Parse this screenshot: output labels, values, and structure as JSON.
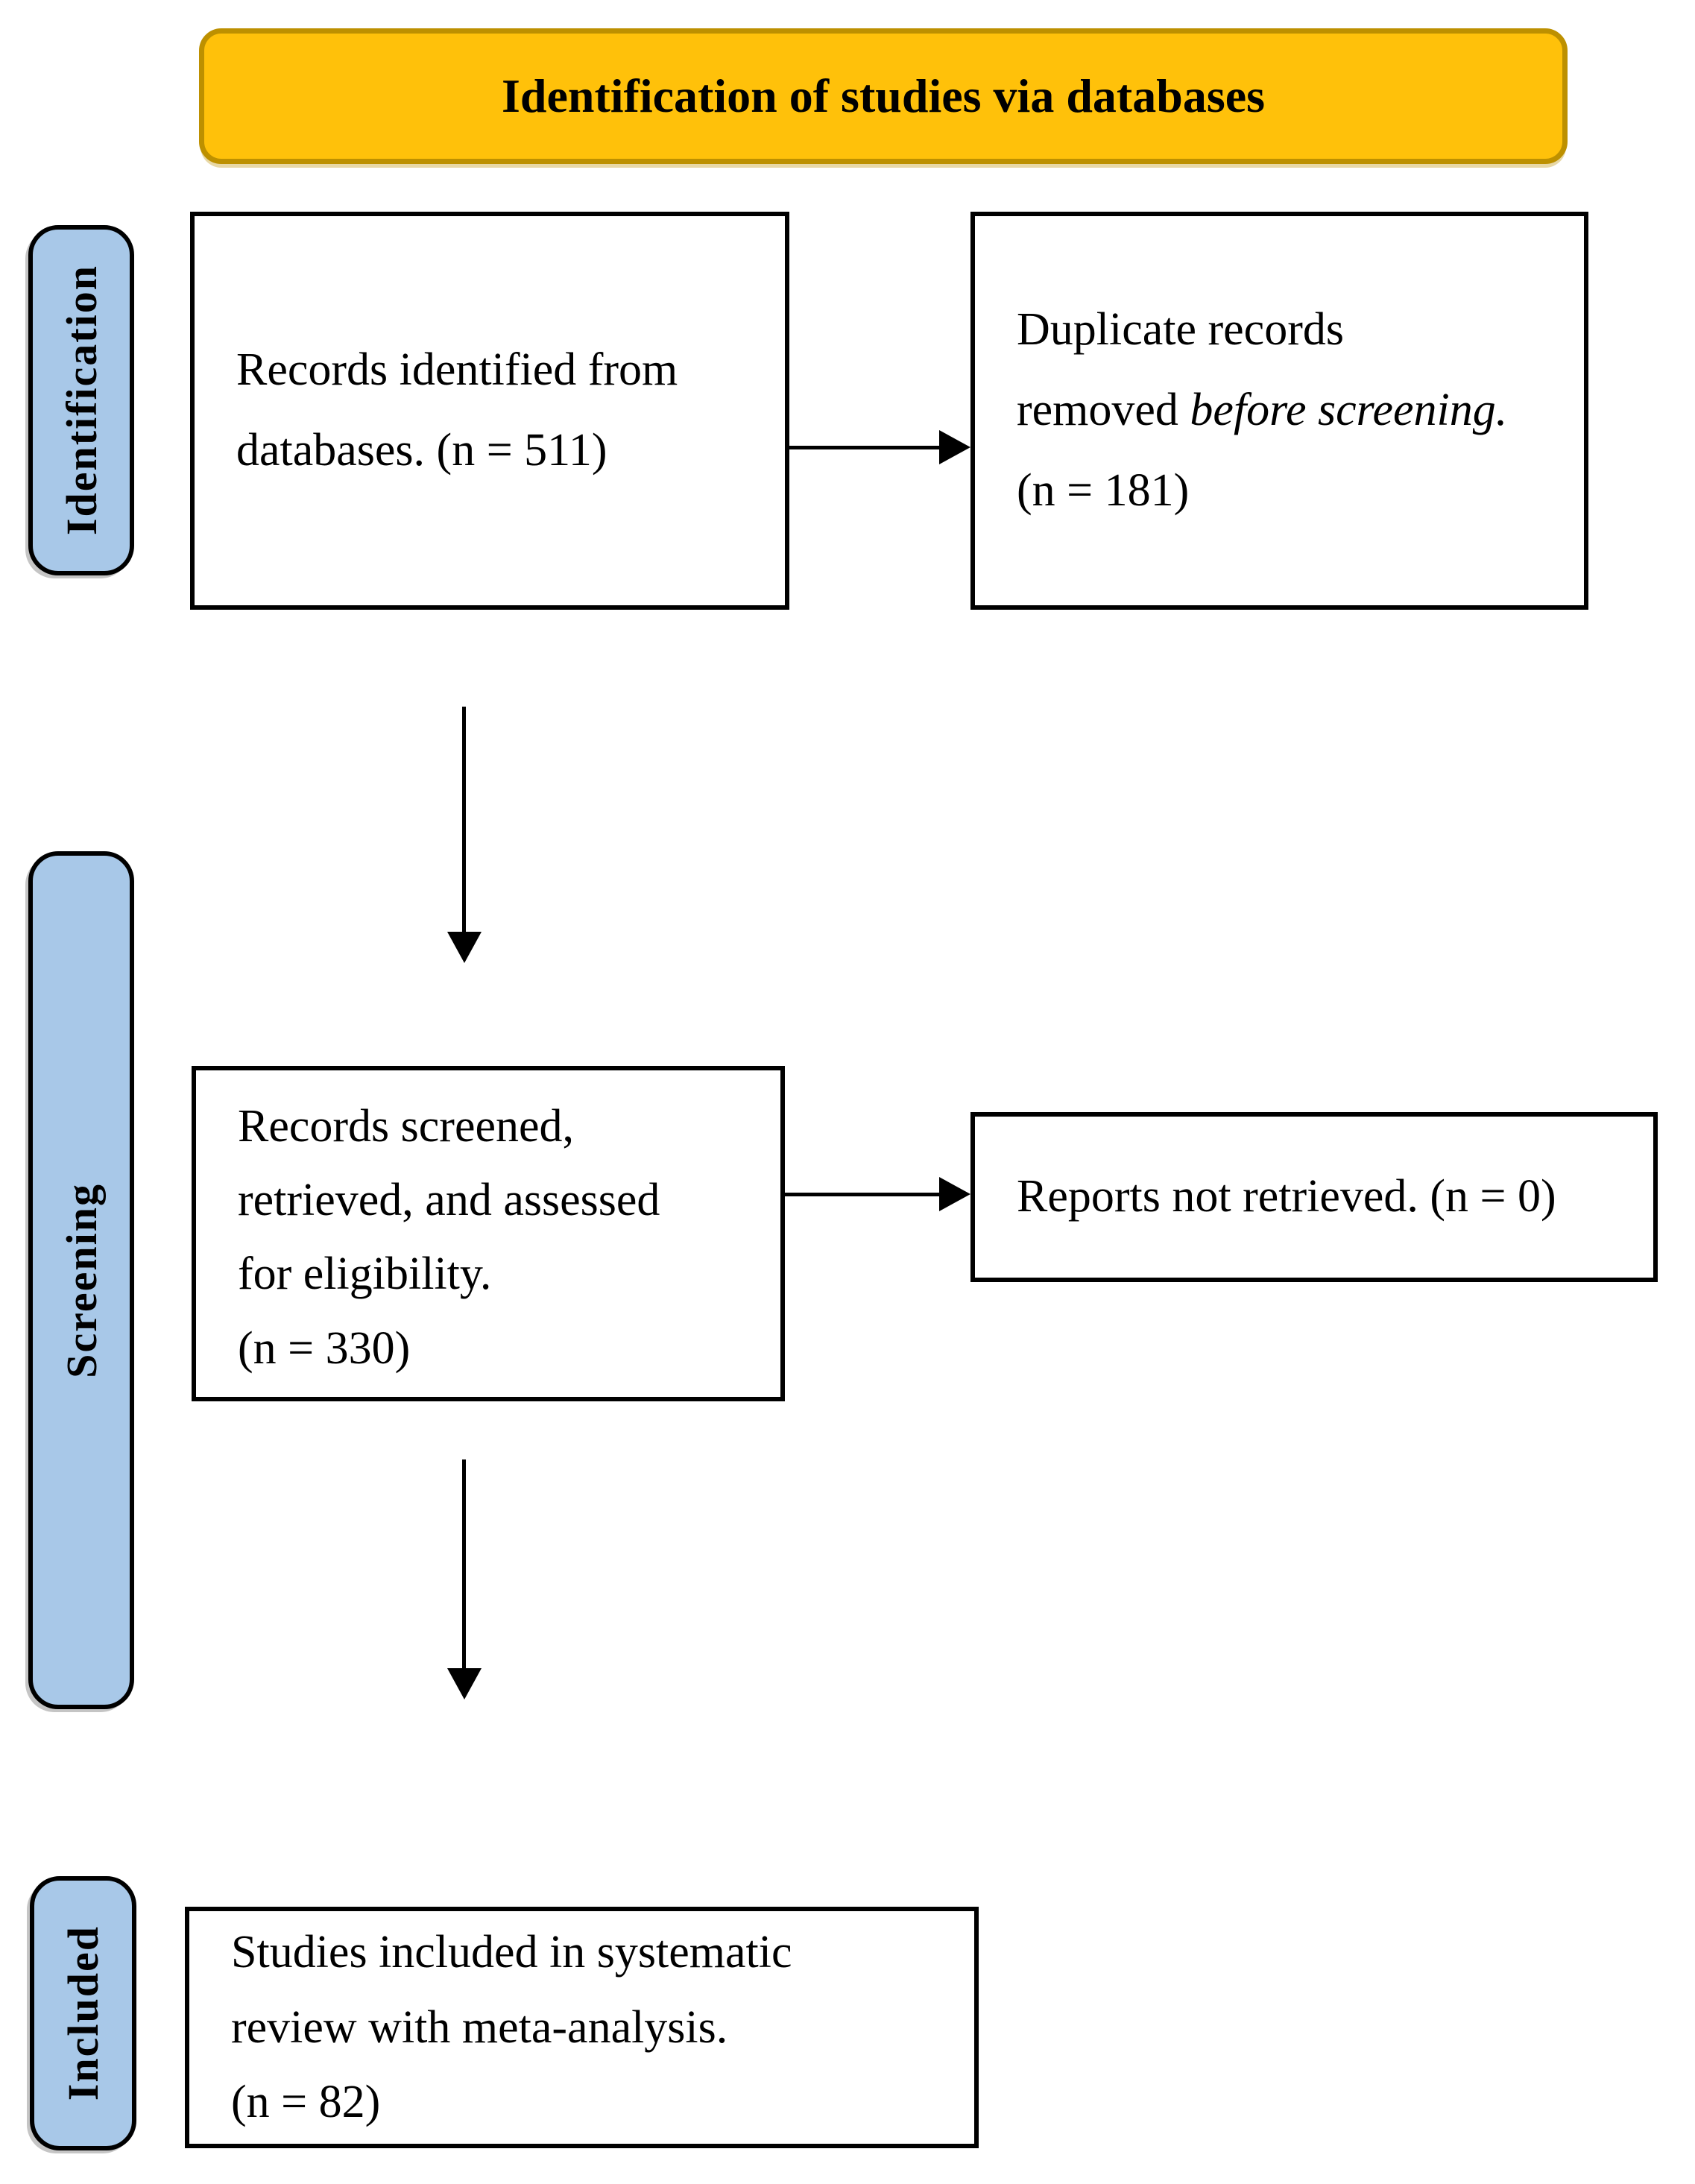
{
  "colors": {
    "banner_fill": "#FFC10A",
    "banner_border": "#BD9000",
    "stage_fill": "#A8C8E8",
    "ink": "#000000",
    "background": "#FFFFFF"
  },
  "banner": {
    "label": "Identification of studies via databases"
  },
  "stages": [
    {
      "label": "Identification"
    },
    {
      "label": "Screening"
    },
    {
      "label": "Included"
    }
  ],
  "boxes": {
    "records_identified": {
      "n": 511,
      "lines": [
        "Records identified from",
        "databases. (n = 511)"
      ]
    },
    "duplicates_removed": {
      "n": 181,
      "line1": "Duplicate records",
      "line2_regular": "removed ",
      "line2_italic": "before screening.",
      "line3": "(n = 181)"
    },
    "records_screened": {
      "n": 330,
      "lines": [
        "Records screened,",
        "retrieved, and assessed",
        "for eligibility.",
        "(n = 330)"
      ]
    },
    "reports_not_retrieved": {
      "n": 0,
      "lines": [
        "Reports not retrieved. (n = 0)"
      ]
    },
    "studies_included": {
      "n": 82,
      "lines": [
        "Studies included in systematic",
        "review with meta-analysis.",
        "(n = 82)"
      ]
    }
  }
}
